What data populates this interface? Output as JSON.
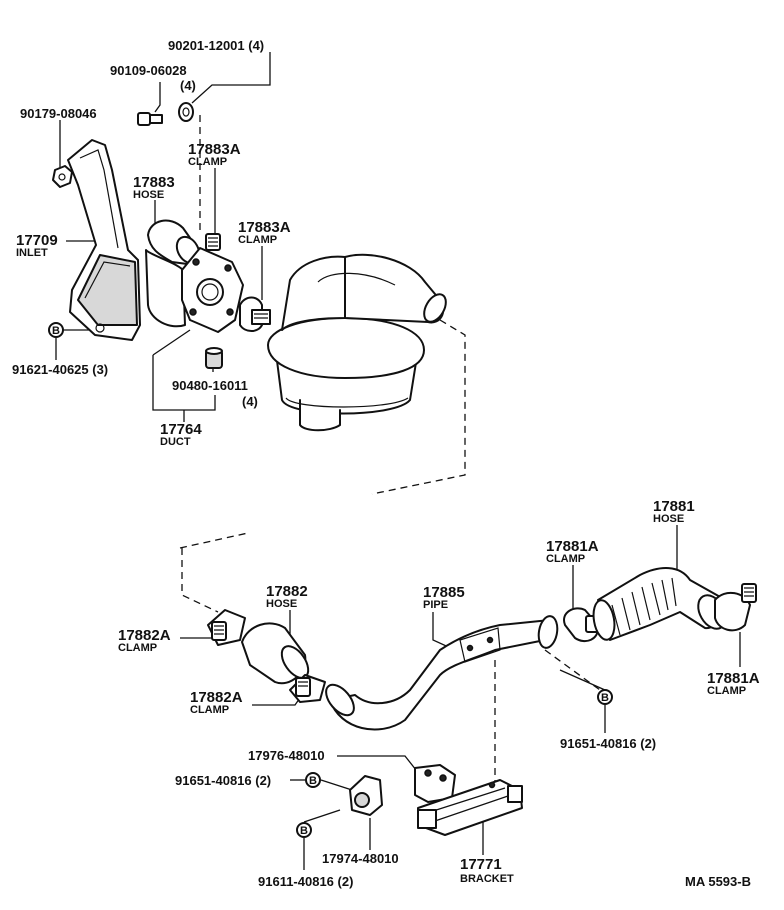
{
  "labels": {
    "p90201": "90201-12001 (4)",
    "p90109": "90109-06028",
    "p90109_qty": "(4)",
    "p90179": "90179-08046",
    "p17883A_top": "17883A",
    "p17883A_top_name": "CLAMP",
    "p17883": "17883",
    "p17883_name": "HOSE",
    "p17709": "17709",
    "p17709_name": "INLET",
    "p17883A_mid": "17883A",
    "p17883A_mid_name": "CLAMP",
    "p91621": "91621-40625 (3)",
    "p90480": "90480-16011",
    "p90480_qty": "(4)",
    "p17764": "17764",
    "p17764_name": "DUCT",
    "p17881": "17881",
    "p17881_name": "HOSE",
    "p17881A_top": "17881A",
    "p17881A_top_name": "CLAMP",
    "p17882": "17882",
    "p17882_name": "HOSE",
    "p17885": "17885",
    "p17885_name": "PIPE",
    "p17882A_top": "17882A",
    "p17882A_top_name": "CLAMP",
    "p17882A_bot": "17882A",
    "p17882A_bot_name": "CLAMP",
    "p17881A_bot": "17881A",
    "p17881A_bot_name": "CLAMP",
    "p91651_right": "91651-40816 (2)",
    "p17976": "17976-48010",
    "p91651_left": "91651-40816 (2)",
    "p17974": "17974-48010",
    "p17771": "17771",
    "p17771_name": "BRACKET",
    "p91611": "91611-40816 (2)",
    "ref": "MA  5593-B"
  },
  "markers": {
    "b": "B"
  }
}
